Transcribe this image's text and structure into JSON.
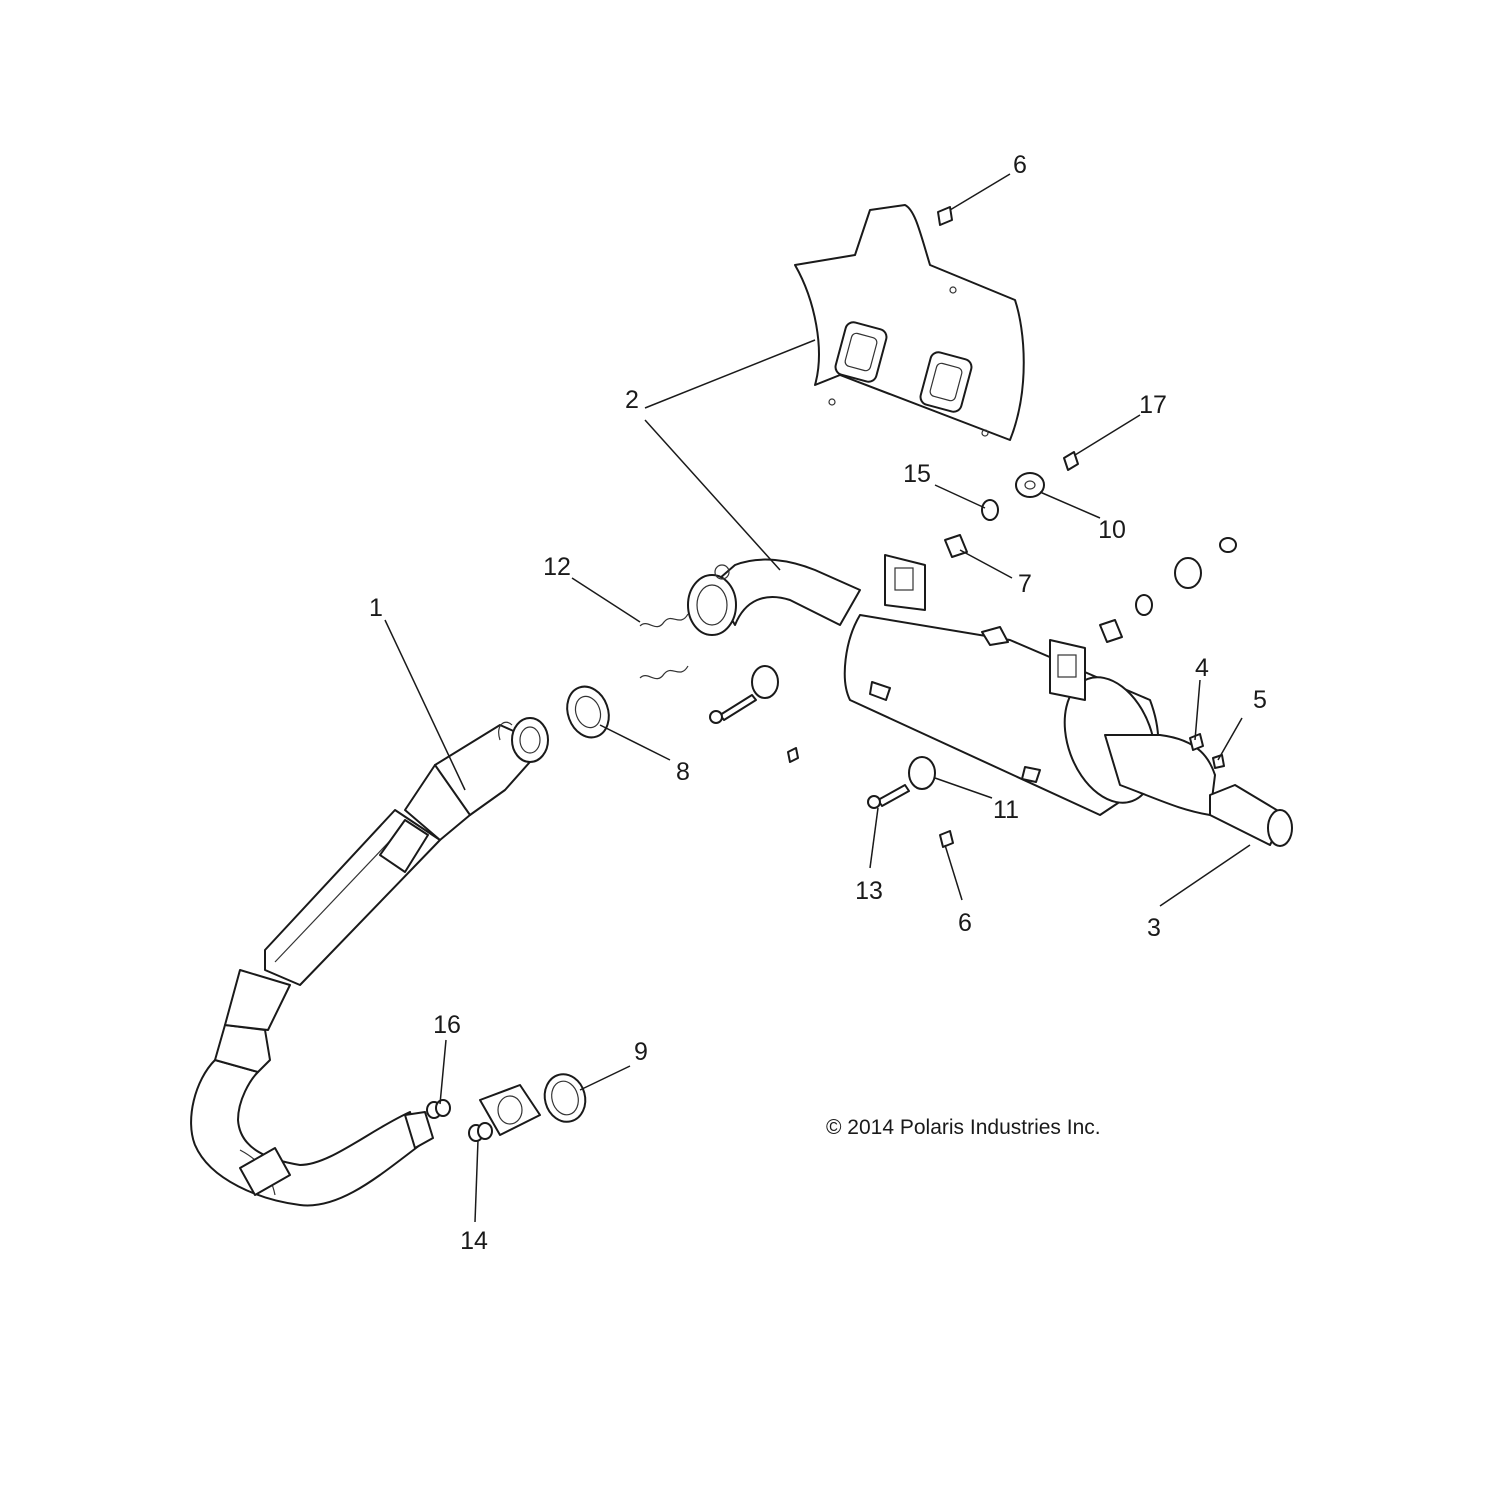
{
  "callouts": [
    "1",
    "2",
    "3",
    "4",
    "5",
    "6",
    "6",
    "7",
    "8",
    "9",
    "10",
    "11",
    "12",
    "13",
    "14",
    "15",
    "16",
    "17"
  ],
  "copyright": "© 2014 Polaris Industries Inc."
}
